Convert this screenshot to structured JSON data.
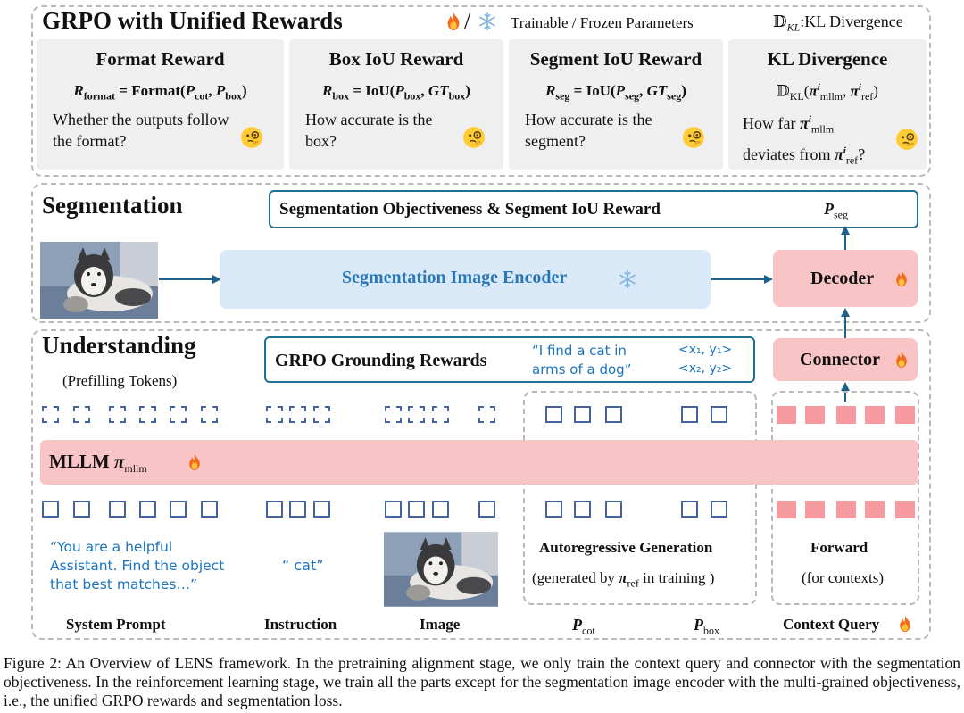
{
  "top": {
    "title": "GRPO with Unified Rewards",
    "legend_sep": "/",
    "legend_text": "Trainable / Frozen Parameters",
    "kl_symbol": "𝔻",
    "kl_sub": "KL",
    "kl_text": ":KL Divergence"
  },
  "cards": [
    {
      "title": "Format Reward",
      "formula_html": "<i>R</i><span class='sub'>format</span> = Format(<i>P</i><span class='sub'>cot</span>, <i>P</i><span class='sub'>box</span>)",
      "desc": "Whether the outputs follow the format?"
    },
    {
      "title": "Box IoU Reward",
      "formula_html": "<i>R</i><span class='sub'>box</span> = IoU(<i>P</i><span class='sub'>box</span>, <i>GT</i><span class='sub'>box</span>)",
      "desc": "How accurate is the box?"
    },
    {
      "title": "Segment IoU Reward",
      "formula_html": "<i>R</i><span class='sub'>seg</span> = IoU(<i>P</i><span class='sub'>seg</span>, <i>GT</i><span class='sub'>seg</span>)",
      "desc": "How accurate is the segment?"
    },
    {
      "title": "KL Divergence",
      "formula_html": "𝔻<span class='sub'>KL</span>(<i>π</i><span class='sub'>mllm</span>, <i>π</i><span class='sub'>ref</span>)",
      "desc_html": "How far <b><i>π</i></b><span class='sub'>mllm</span><br>deviates from <b><i>π</i></b><span class='sub'>ref</span>?"
    }
  ],
  "segmentation": {
    "title": "Segmentation",
    "objective": "Segmentation Objectiveness & Segment IoU Reward",
    "p_seg": "P",
    "p_seg_sub": "seg",
    "encoder": "Segmentation Image Encoder",
    "decoder": "Decoder"
  },
  "understanding": {
    "title": "Understanding",
    "grpo_label": "GRPO Grounding Rewards",
    "grpo_quote": "“I find a cat in arms of a dog”",
    "coord1": "<x₁, y₁>",
    "coord2": "<x₂, y₂>",
    "connector": "Connector",
    "prefilling": "(Prefilling Tokens)",
    "mllm": "MLLM",
    "mllm_pi": "π",
    "mllm_sub": "mllm",
    "system_prompt_text": "“You are a helpful Assistant. Find the object that best matches…”",
    "instruction_text": "“ cat”",
    "autoregressive": "Autoregressive Generation",
    "generated_by_pre": "(generated by ",
    "generated_by_pi": "π",
    "generated_by_sub": "ref",
    "generated_by_post": " in training )",
    "forward": "Forward",
    "for_contexts": "(for contexts)",
    "bottom_labels": {
      "system_prompt": "System Prompt",
      "instruction": "Instruction",
      "image": "Image",
      "p_cot": "P",
      "p_cot_sub": "cot",
      "p_box": "P",
      "p_box_sub": "box",
      "context_query": "Context Query"
    }
  },
  "caption": "Figure 2: An Overview of LENS framework. In the pretraining alignment stage, we only train the context query and connector with the segmentation objectiveness. In the reinforcement learning stage, we train all the parts except for the segmentation image encoder with the multi-grained objectiveness, i.e., the unified GRPO rewards and segmentation loss.",
  "colors": {
    "blue_border": "#1f6f96",
    "encoder_fill": "#d9e9f8",
    "pink": "#f9c4c6",
    "token_pink": "#f79aa0",
    "token_blue": "#44639e"
  }
}
